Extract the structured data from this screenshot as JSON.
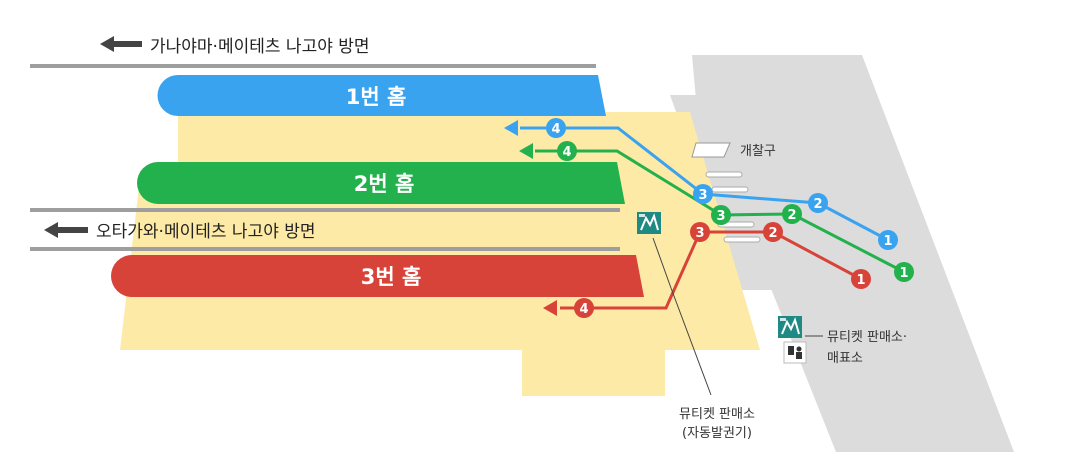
{
  "directions": {
    "top": "가나야마·메이테츠 나고야 방면",
    "middle": "오타가와·메이테츠 나고야 방면"
  },
  "platforms": {
    "p1": "1번 홈",
    "p2": "2번 홈",
    "p3": "3번 홈"
  },
  "labels": {
    "gates": "개찰구",
    "ticket_office_line1": "뮤티켓 판매소·",
    "ticket_office_line2": "매표소",
    "machine_line1": "뮤티켓 판매소",
    "machine_line2": "(자동발권기)"
  },
  "routes": {
    "blue": {
      "color": "#3aa3f0",
      "steps": [
        "1",
        "2",
        "3",
        "4"
      ]
    },
    "green": {
      "color": "#22b14c",
      "steps": [
        "1",
        "2",
        "3",
        "4"
      ]
    },
    "red": {
      "color": "#d84339",
      "steps": [
        "1",
        "2",
        "3",
        "4"
      ]
    }
  },
  "colors": {
    "concourse": "#fdeaa6",
    "track_line": "#9e9e9e",
    "gray_zone": "#dcdcdc",
    "mu_icon": "#1f8a84"
  },
  "icons": [
    "left-arrow-icon",
    "mu-ticket-icon",
    "ticket-vending-machine-icon",
    "gate-icon"
  ]
}
